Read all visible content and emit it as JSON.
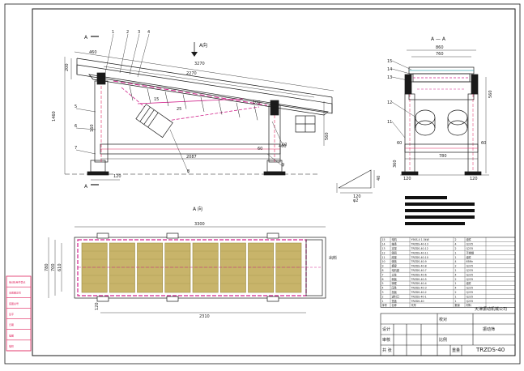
{
  "colors": {
    "outline": "#1a1a1a",
    "dim": "#2a2a2a",
    "accent_red": "#e0245e",
    "accent_magenta": "#d0208a",
    "screen_fill": "#c8b46a",
    "screen_fill_dark": "#9c8a40",
    "stamp_red": "#e0245e",
    "teal": "#3aa9b0"
  },
  "side_view": {
    "section_mark": "A",
    "section_mark_bottom": "A",
    "arrow_label": "A向",
    "dims": {
      "d_top": "3270",
      "d_mid": "2270",
      "d_1460": "1460",
      "d_460": "460",
      "d_200": "200",
      "d_120": "120",
      "d_2087": "2087",
      "d_100": "100",
      "d_25": "25",
      "d_15": "15",
      "d_60": "60",
      "d_460b": "460",
      "d_560": "560",
      "d_160": "160"
    },
    "balloons": [
      "1",
      "2",
      "3",
      "4",
      "5",
      "6",
      "7",
      "8",
      "9",
      "10"
    ]
  },
  "end_view": {
    "title": "A — A",
    "dims": {
      "w_860": "860",
      "w_760": "760",
      "h_560": "560",
      "h_60": "60",
      "h_60b": "60",
      "h_120": "120",
      "h_120b": "120",
      "w_780": "780",
      "h_360": "360"
    },
    "balloons": [
      "15",
      "14",
      "13",
      "12",
      "11"
    ]
  },
  "detail": {
    "label": "φ2",
    "dims": [
      "120",
      "40"
    ]
  },
  "plan_view": {
    "title": "A 向",
    "dims": {
      "length": "3300",
      "w_780": "780",
      "w_700": "700",
      "w_610": "610",
      "bottom": "2310",
      "side": "120"
    },
    "tag": "出料"
  },
  "parts_table": {
    "rows": [
      [
        "15",
        "电机",
        "Y90S-4 1.5kW",
        "2",
        "组件"
      ],
      [
        "14",
        "轴承",
        "TRZDS-40-13",
        "4",
        "Q235"
      ],
      [
        "13",
        "支架",
        "TRZDS-40-12",
        "2",
        "Q235"
      ],
      [
        "12",
        "筛网",
        "TRZDS-40-11",
        "1",
        "不锈钢"
      ],
      [
        "11",
        "底座",
        "TRZDS-40-10",
        "1",
        "组件"
      ],
      [
        "10",
        "弹簧",
        "TRZDS-40-9",
        "4",
        "65Mn"
      ],
      [
        "9",
        "横梁",
        "TRZDS-40-8",
        "2",
        "Q235"
      ],
      [
        "8",
        "电机座",
        "TRZDS-40-7",
        "1",
        "Q235"
      ],
      [
        "7",
        "立柱",
        "TRZDS-40-6",
        "4",
        "Q235"
      ],
      [
        "6",
        "侧板",
        "TRZDS-40-5",
        "2",
        "Q235"
      ],
      [
        "5",
        "筛框",
        "TRZDS-40-4",
        "1",
        "组件"
      ],
      [
        "4",
        "压条",
        "TRZDS-40-3",
        "4",
        "Q235"
      ],
      [
        "3",
        "挡板",
        "TRZDS-40-2",
        "2",
        "Q235"
      ],
      [
        "2",
        "进料口",
        "TRZDS-40-1",
        "1",
        "Q235"
      ],
      [
        "1",
        "罩盖",
        "TRZDS-40",
        "1",
        "Q235"
      ]
    ],
    "header": [
      "序号",
      "名称",
      "代号",
      "数量",
      "材料"
    ]
  },
  "title_block": {
    "company": "天津振动机械公司",
    "drawing_name": "振动筛",
    "drawing_no": "TRZDS-40",
    "checked": "校对",
    "designed": "设计",
    "approved": "审核",
    "scale": "比例",
    "weight": "重量",
    "sheet": "共 张"
  },
  "left_stamp": {
    "rows": [
      "借(通)用件登记",
      "旧底图总号",
      "底图总号",
      "签字",
      "日期",
      "描图",
      "描校"
    ]
  }
}
